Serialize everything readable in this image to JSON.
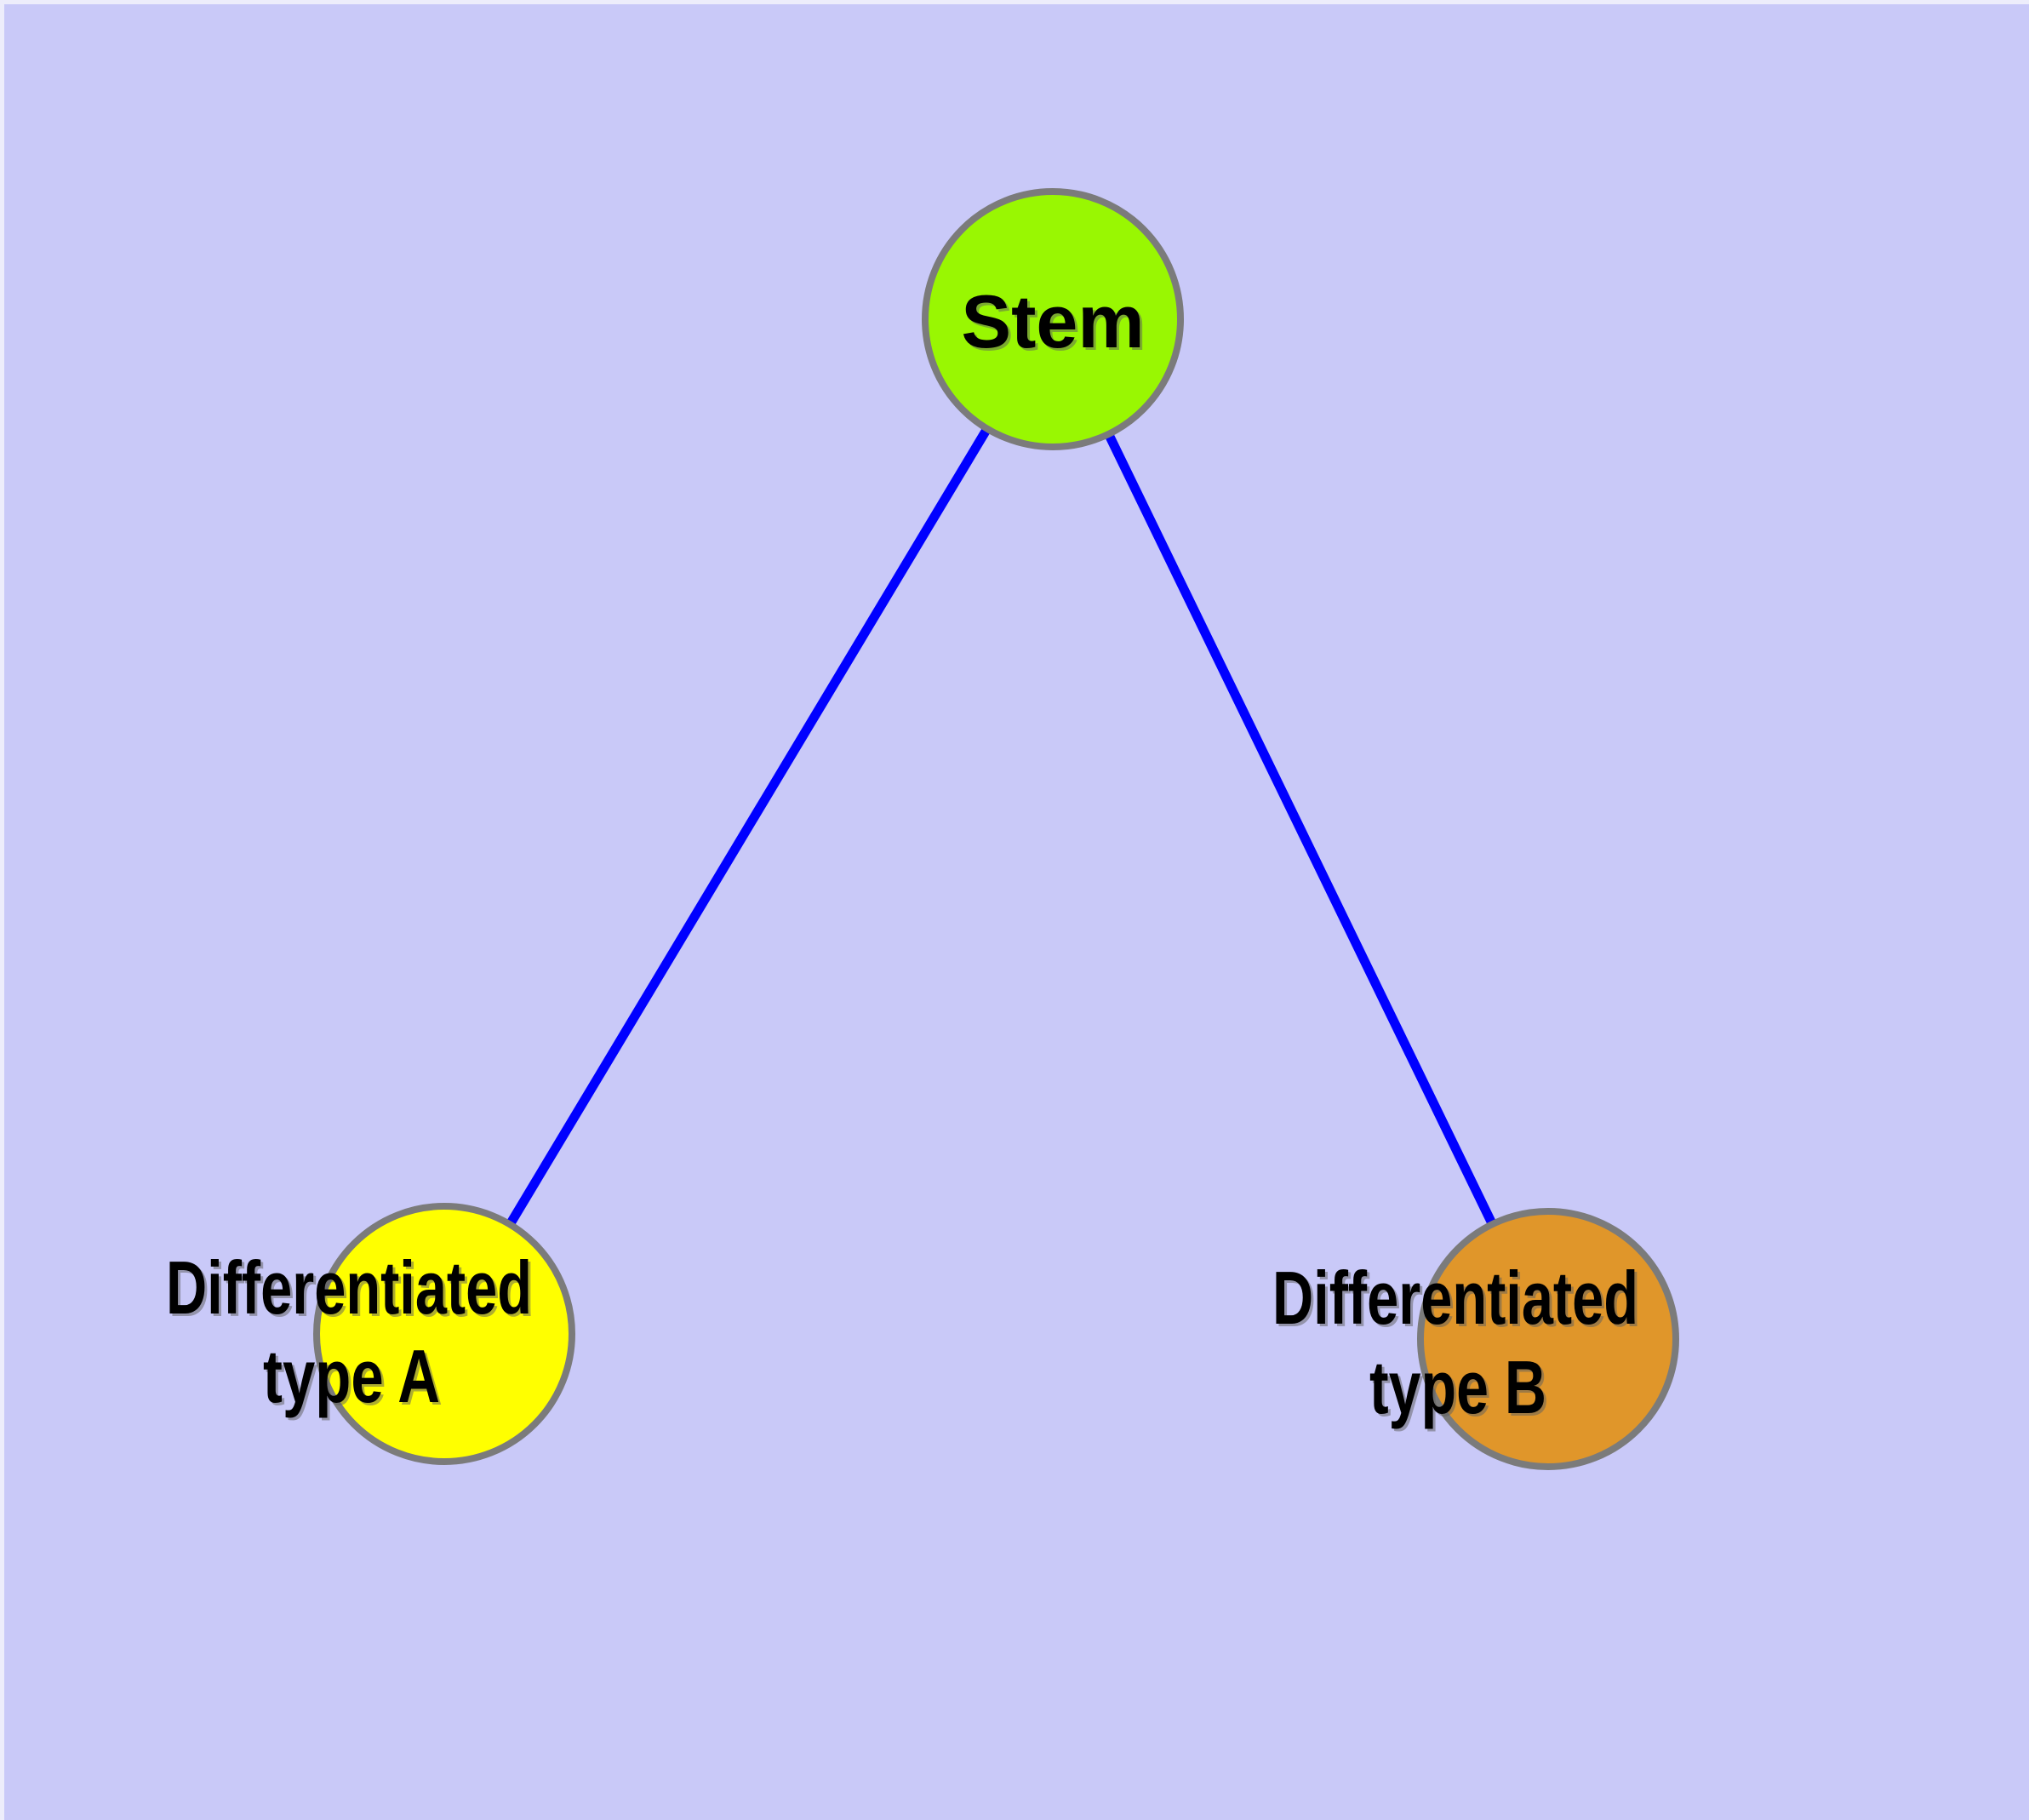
{
  "canvas": {
    "background_color": "#C9C9F8",
    "edge_highlight_color": "#EDEDFB"
  },
  "graph": {
    "edge_color": "#0000FF",
    "node_border_color": "#7B7B7B",
    "label_color": "#000000",
    "nodes": [
      {
        "id": "stem",
        "label": "Stem",
        "fill_color": "#99F702"
      },
      {
        "id": "differentiated-type-a",
        "label_line1": "Differentiated",
        "label_line2": "type A",
        "fill_color": "#FFFF00"
      },
      {
        "id": "differentiated-type-b",
        "label_line1": "Differentiated",
        "label_line2": "type B",
        "fill_color": "#E0962A"
      }
    ],
    "edges": [
      {
        "from": "stem",
        "to": "differentiated-type-a"
      },
      {
        "from": "stem",
        "to": "differentiated-type-b"
      }
    ]
  }
}
